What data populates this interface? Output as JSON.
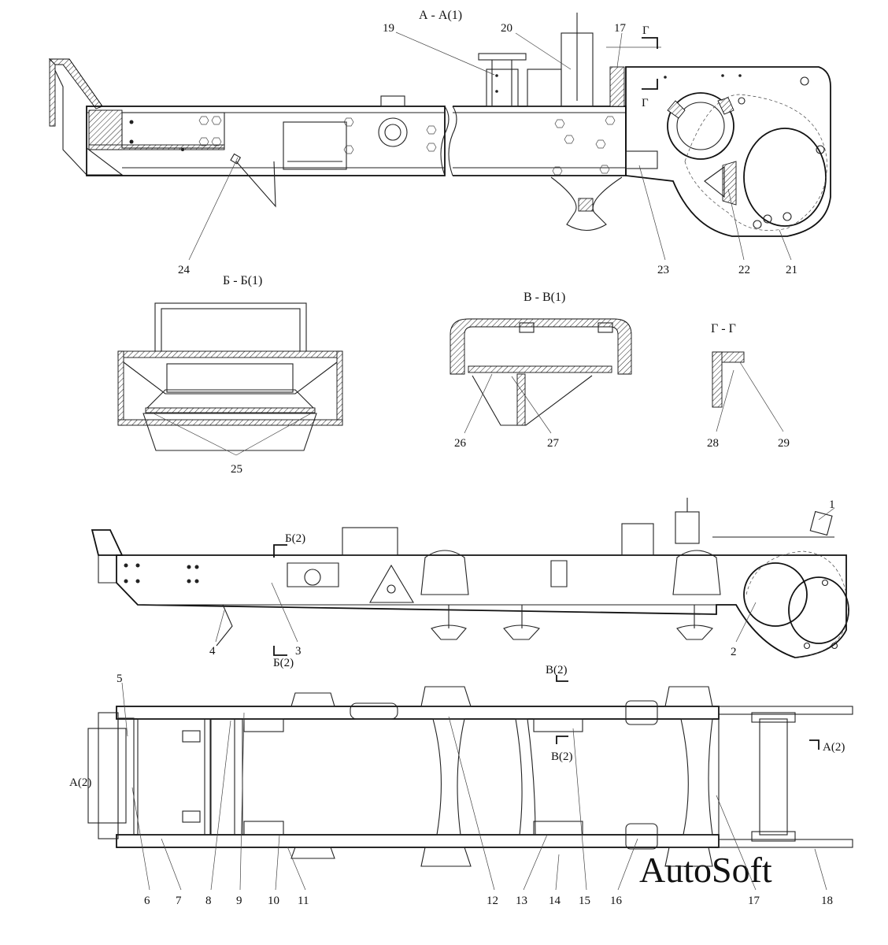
{
  "sections": {
    "aa": "А - А(1)",
    "bb": "Б - Б(1)",
    "vv": "В - В(1)",
    "gg": "Г - Г"
  },
  "marks": {
    "g_top": "Г",
    "g_bottom": "Г",
    "b2_top": "Б(2)",
    "b2_bottom": "Б(2)",
    "v2_top": "В(2)",
    "v2_bottom": "В(2)",
    "a2_right": "А(2)",
    "a2_left": "А(2)"
  },
  "callouts": {
    "n1": "1",
    "n2": "2",
    "n3": "3",
    "n4": "4",
    "n5": "5",
    "n6": "6",
    "n7": "7",
    "n8": "8",
    "n9": "9",
    "n10": "10",
    "n11": "11",
    "n12": "12",
    "n13": "13",
    "n14": "14",
    "n15": "15",
    "n16": "16",
    "n17a": "17",
    "n17b": "17",
    "n18": "18",
    "n19": "19",
    "n20": "20",
    "n21": "21",
    "n22": "22",
    "n23": "23",
    "n24": "24",
    "n25": "25",
    "n26": "26",
    "n27": "27",
    "n28": "28",
    "n29": "29"
  },
  "watermark": "AutoSoft"
}
